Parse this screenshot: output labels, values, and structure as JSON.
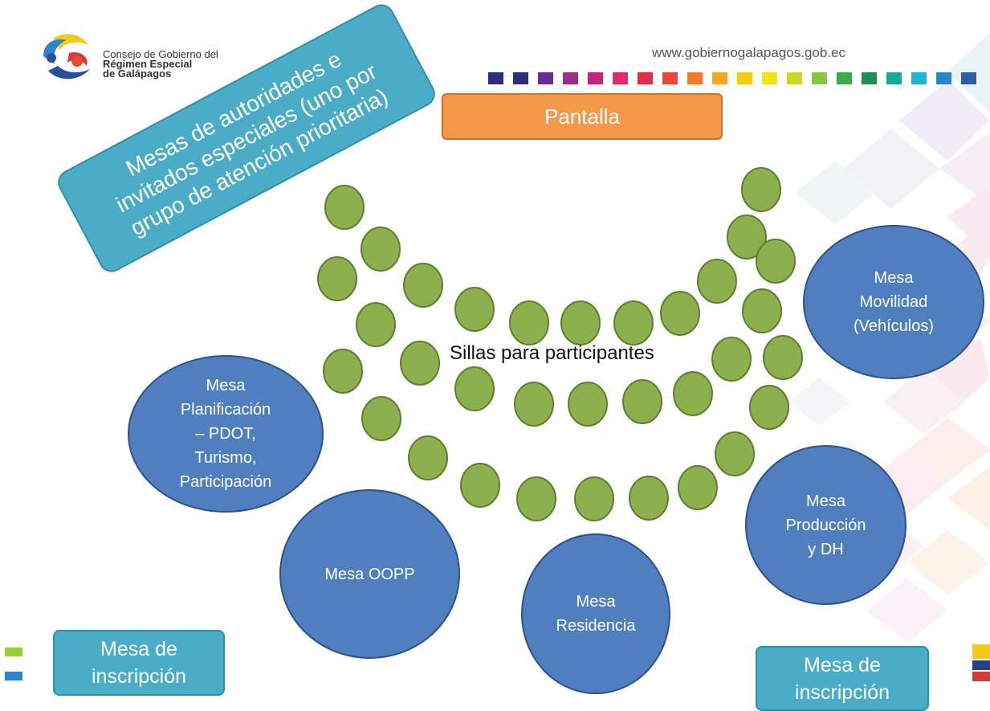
{
  "header": {
    "org_line1": "Consejo de Gobierno del",
    "org_line2": "Régimen Especial",
    "org_line3": "de Galápagos",
    "website": "www.gobiernogalapagos.gob.ec",
    "strip_colors": [
      "#2b2f7a",
      "#2b2f7a",
      "#6a2f8a",
      "#9b2f8e",
      "#c0287a",
      "#e02d6a",
      "#e02d4a",
      "#e8473a",
      "#f07b2e",
      "#f5a623",
      "#f5c91a",
      "#f2e31a",
      "#c9d82e",
      "#8cc63f",
      "#3aaa4a",
      "#1f8f5a",
      "#1fa89a",
      "#1fb6d0",
      "#2a86c8",
      "#2a5fa8"
    ]
  },
  "diagram": {
    "pantalla": "Pantalla",
    "autoridades": "Mesas de autoridades e invitados especiales (uno por grupo de atención prioritaria)",
    "sillas": "Sillas para participantes",
    "mesas": {
      "planificacion": "Mesa\nPlanificación\n– PDOT,\nTurismo,\nParticipación",
      "oopp": "Mesa OOPP",
      "residencia": "Mesa\nResidencia",
      "produccion": "Mesa\nProducción\ny DH",
      "movilidad": "Mesa\nMovilidad\n(Vehículos)"
    },
    "inscripcion_left": "Mesa de\ninscripción",
    "inscripcion_right": "Mesa de\ninscripción"
  },
  "colors": {
    "chair_fill": "#8db04f",
    "chair_stroke": "#5f7f2e",
    "mesa_fill": "#4f7fbf",
    "box_fill": "#4aacc6",
    "pantalla_fill": "#f4984a"
  }
}
